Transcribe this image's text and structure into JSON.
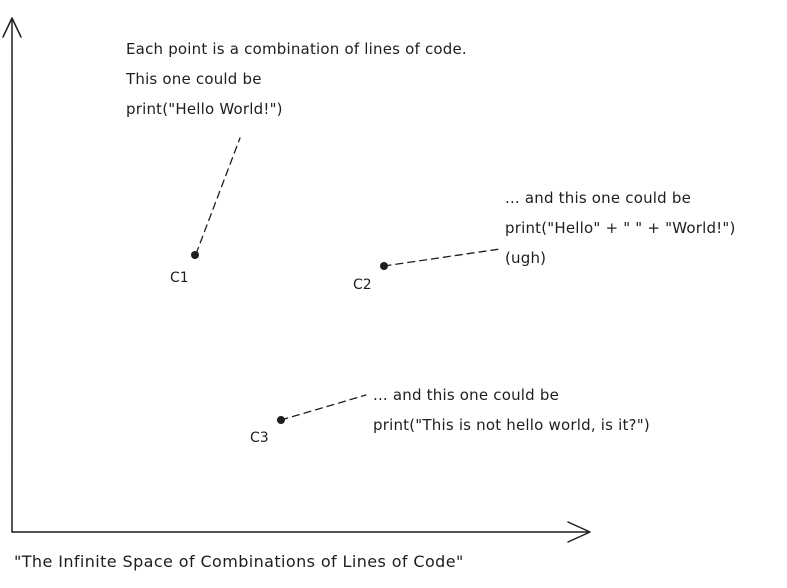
{
  "diagram": {
    "stroke_color": "#1e1e1e",
    "background": "#ffffff",
    "axis_caption": "\"The Infinite Space of Combinations of Lines of Code\"",
    "points": [
      {
        "id": "c1",
        "label": "C1",
        "note_lines": [
          "Each point is a combination of lines of code.",
          "This one could be",
          "",
          "print(\"Hello World!\")"
        ]
      },
      {
        "id": "c2",
        "label": "C2",
        "note_lines": [
          "... and this one could be",
          "",
          "print(\"Hello\" + \" \" + \"World!\")",
          "",
          "(ugh)"
        ]
      },
      {
        "id": "c3",
        "label": "C3",
        "note_lines": [
          "... and this one could be",
          "",
          "print(\"This is not hello world, is it?\")"
        ]
      }
    ]
  }
}
